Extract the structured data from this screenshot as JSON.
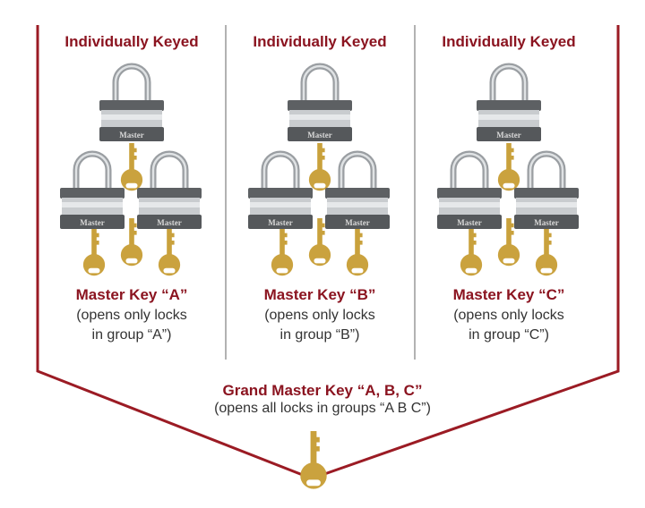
{
  "columns": [
    {
      "title": "Individually Keyed",
      "master_key": "Master Key “A”",
      "line1": "(opens only locks",
      "line2": "in group “A”)"
    },
    {
      "title": "Individually Keyed",
      "master_key": "Master Key “B”",
      "line1": "(opens only locks",
      "line2": "in group “B”)"
    },
    {
      "title": "Individually Keyed",
      "master_key": "Master Key “C”",
      "line1": "(opens only locks",
      "line2": "in group “C”)"
    }
  ],
  "grand_master": {
    "title": "Grand Master Key “A, B, C”",
    "subtitle": "(opens all locks in groups “A B C”)"
  },
  "lock_brand": "Master",
  "colors": {
    "frame": "#9b1b24",
    "divider": "#999999",
    "heading": "#8b1420",
    "key": "#c9a13c"
  }
}
